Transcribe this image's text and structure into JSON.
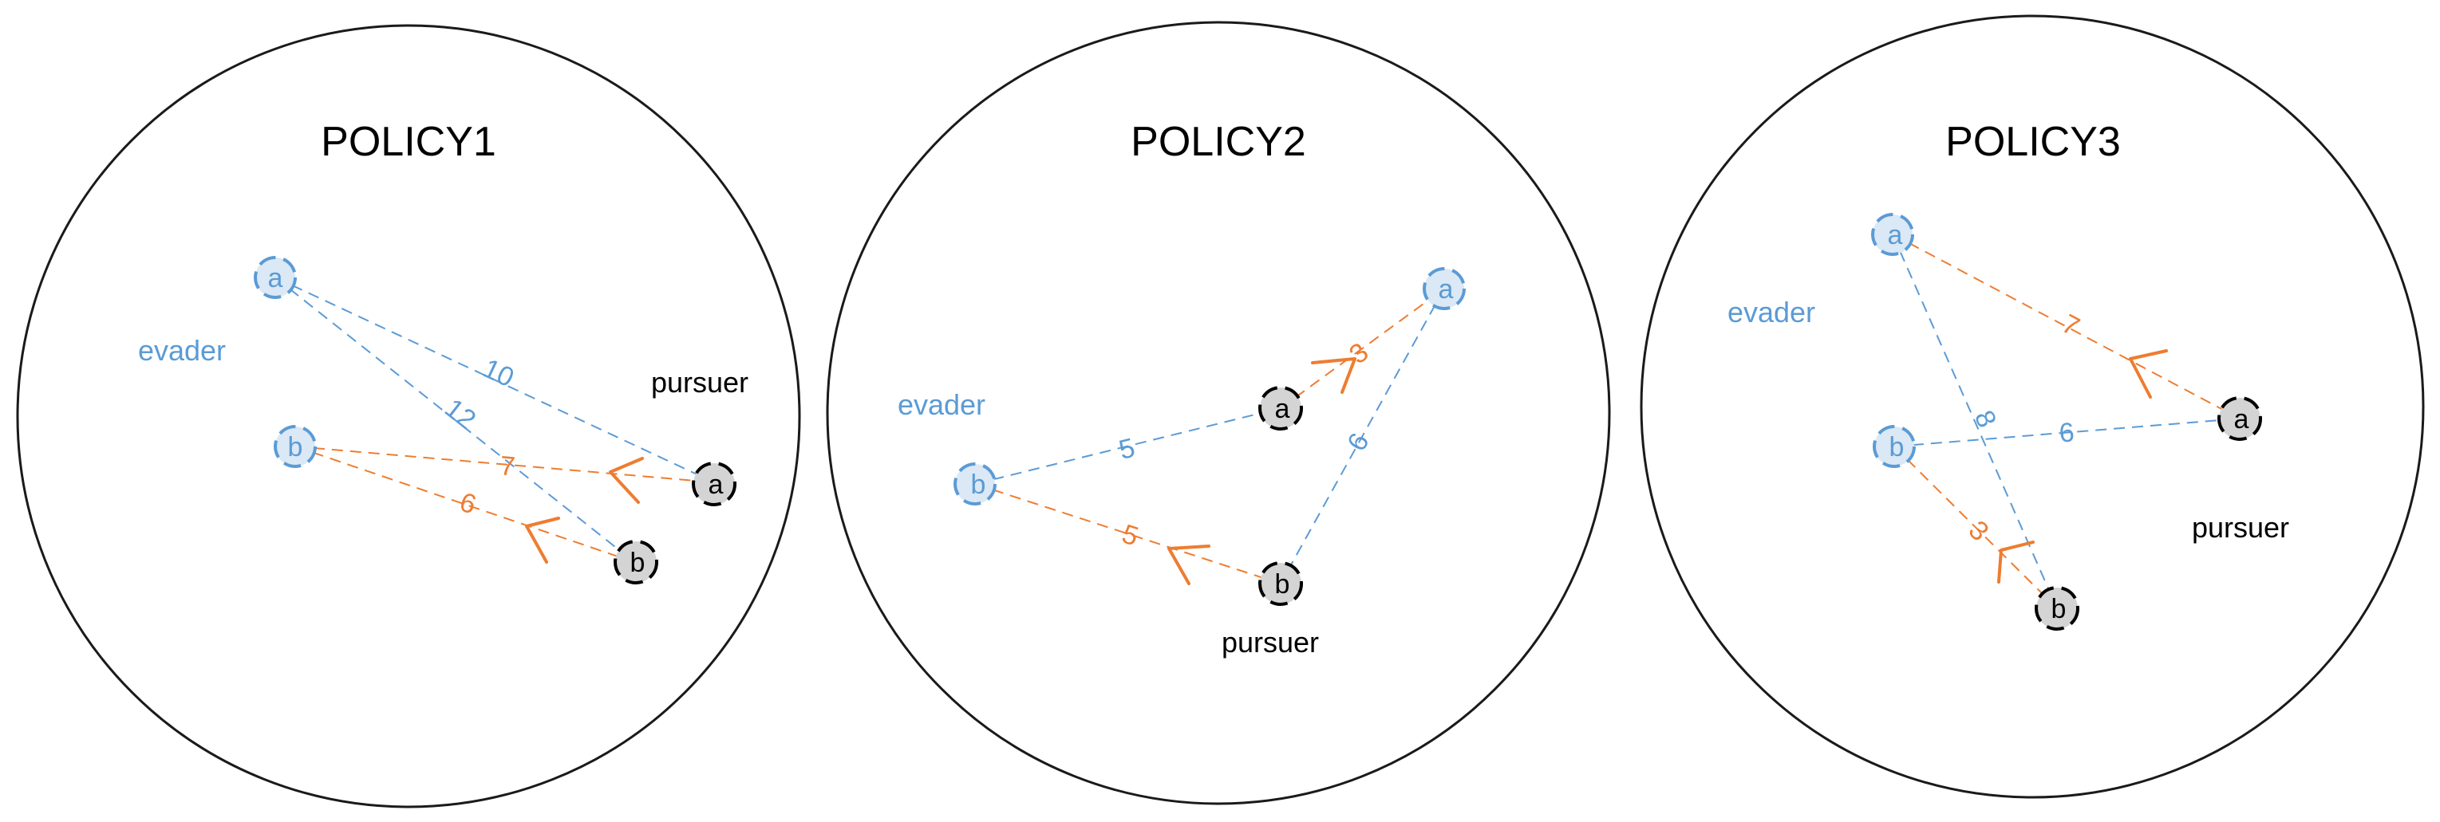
{
  "colors": {
    "evader": "#5b9bd5",
    "evader_fill": "#dbe8f5",
    "pursuer": "#000000",
    "pursuer_fill": "#d4d4d4",
    "blue_edge": "#5b9bd5",
    "orange_edge": "#ed7d31"
  },
  "policies": [
    {
      "title": "POLICY1",
      "evader_label": "evader",
      "pursuer_label": "pursuer",
      "evader_nodes": [
        {
          "label": "a"
        },
        {
          "label": "b"
        }
      ],
      "pursuer_nodes": [
        {
          "label": "a"
        },
        {
          "label": "b"
        }
      ],
      "edges": [
        {
          "label": "10",
          "color": "blue"
        },
        {
          "label": "12",
          "color": "blue"
        },
        {
          "label": "7",
          "color": "orange"
        },
        {
          "label": "6",
          "color": "orange"
        }
      ]
    },
    {
      "title": "POLICY2",
      "evader_label": "evader",
      "pursuer_label": "pursuer",
      "evader_nodes": [
        {
          "label": "a"
        },
        {
          "label": "b"
        }
      ],
      "pursuer_nodes": [
        {
          "label": "a"
        },
        {
          "label": "b"
        }
      ],
      "edges": [
        {
          "label": "3",
          "color": "orange"
        },
        {
          "label": "5",
          "color": "blue"
        },
        {
          "label": "6",
          "color": "blue"
        },
        {
          "label": "5",
          "color": "orange"
        }
      ]
    },
    {
      "title": "POLICY3",
      "evader_label": "evader",
      "pursuer_label": "pursuer",
      "evader_nodes": [
        {
          "label": "a"
        },
        {
          "label": "b"
        }
      ],
      "pursuer_nodes": [
        {
          "label": "a"
        },
        {
          "label": "b"
        }
      ],
      "edges": [
        {
          "label": "7",
          "color": "orange"
        },
        {
          "label": "8",
          "color": "blue"
        },
        {
          "label": "6",
          "color": "blue"
        },
        {
          "label": "3",
          "color": "orange"
        }
      ]
    }
  ]
}
